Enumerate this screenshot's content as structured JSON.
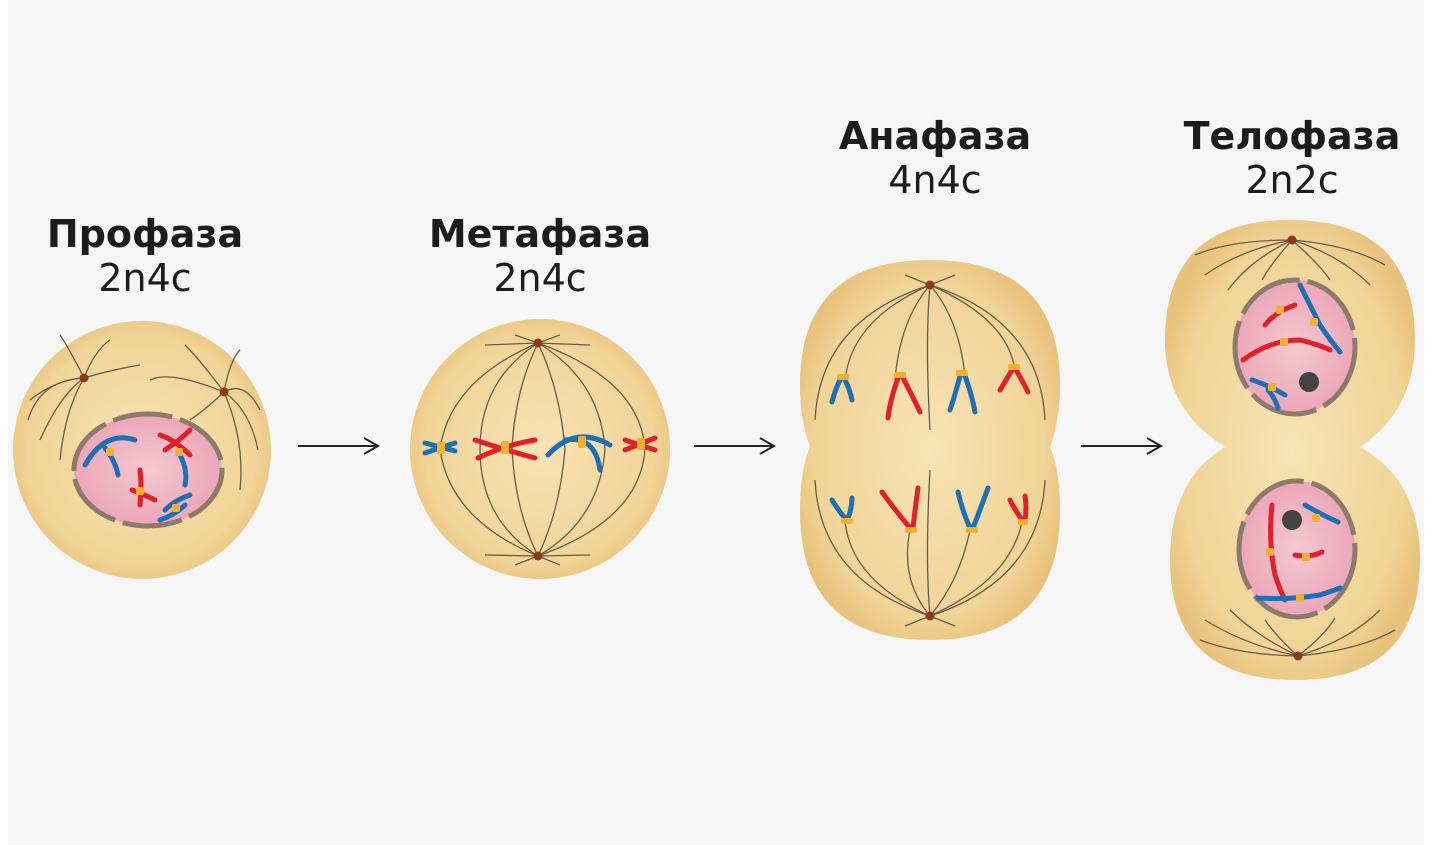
{
  "stages": [
    {
      "name": "Профаза",
      "formula": "2n4c"
    },
    {
      "name": "Метафаза",
      "formula": "2n4c"
    },
    {
      "name": "Анафаза",
      "formula": "4n4c"
    },
    {
      "name": "Телофаза",
      "formula": "2n2c"
    }
  ],
  "colors": {
    "background": "#f6f6f6",
    "cytoplasm": "#f3d9a0",
    "cytoplasm_edge": "#e9c47e",
    "nucleus": "#f2b8c6",
    "nuclear_envelope": "#8c7a6b",
    "chromosome_red": "#e0202a",
    "chromosome_blue": "#1f6fb5",
    "centromere": "#f0b030",
    "centriole": "#8a3a1a",
    "spindle": "#6b5a48",
    "nucleolus": "#444444"
  },
  "icons": [
    "arrow-right-icon",
    "arrow-right-icon",
    "arrow-right-icon"
  ]
}
